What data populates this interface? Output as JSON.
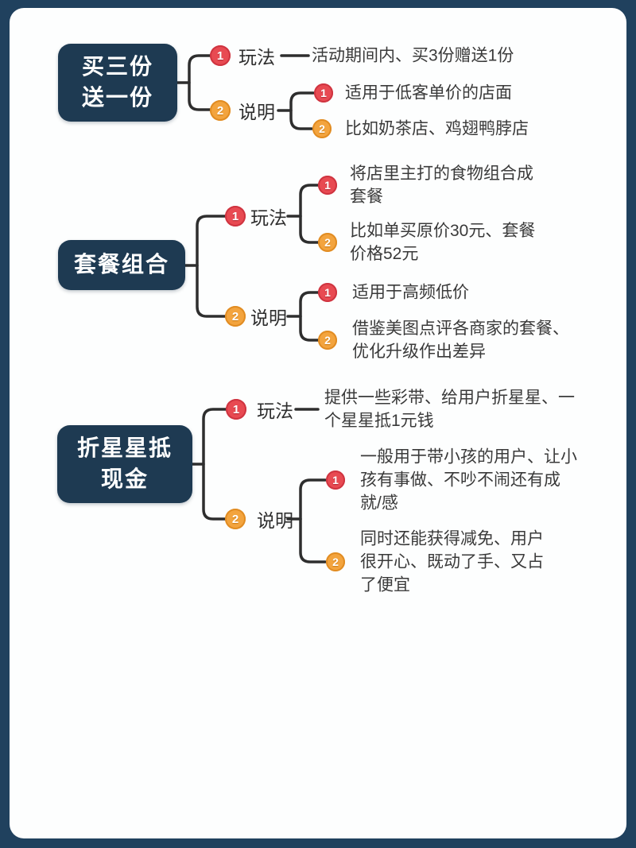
{
  "colors": {
    "frame_bg": "#20415e",
    "card_bg": "#fdfefe",
    "node_bg": "#1e3a52",
    "node_text": "#ffffff",
    "connector": "#2e2e2e",
    "badge_red": "#e84a52",
    "badge_orange": "#f3a43e",
    "body_text": "#3a3a3a"
  },
  "sections": [
    {
      "node": "买三份\n送一份",
      "branches": [
        {
          "num": "1",
          "label": "玩法",
          "direct_text": "活动期间内、买3份赠送1份"
        },
        {
          "num": "2",
          "label": "说明",
          "children": [
            {
              "num": "1",
              "text": "适用于低客单价的店面"
            },
            {
              "num": "2",
              "text": "比如奶茶店、鸡翅鸭脖店"
            }
          ]
        }
      ]
    },
    {
      "node": "套餐组合",
      "branches": [
        {
          "num": "1",
          "label": "玩法",
          "children": [
            {
              "num": "1",
              "text": "将店里主打的食物组合成\n套餐"
            },
            {
              "num": "2",
              "text": "比如单买原价30元、套餐\n价格52元"
            }
          ]
        },
        {
          "num": "2",
          "label": "说明",
          "children": [
            {
              "num": "1",
              "text": "适用于高频低价"
            },
            {
              "num": "2",
              "text": "借鉴美图点评各商家的套餐、\n优化升级作出差异"
            }
          ]
        }
      ]
    },
    {
      "node": "折星星抵\n现金",
      "branches": [
        {
          "num": "1",
          "label": "玩法",
          "direct_text": "提供一些彩带、给用户折星星、一\n个星星抵1元钱"
        },
        {
          "num": "2",
          "label": "说明",
          "children": [
            {
              "num": "1",
              "text": "一般用于带小孩的用户、让小\n孩有事做、不吵不闹还有成\n就/感"
            },
            {
              "num": "2",
              "text": "同时还能获得减免、用户\n很开心、既动了手、又占\n了便宜"
            }
          ]
        }
      ]
    }
  ]
}
